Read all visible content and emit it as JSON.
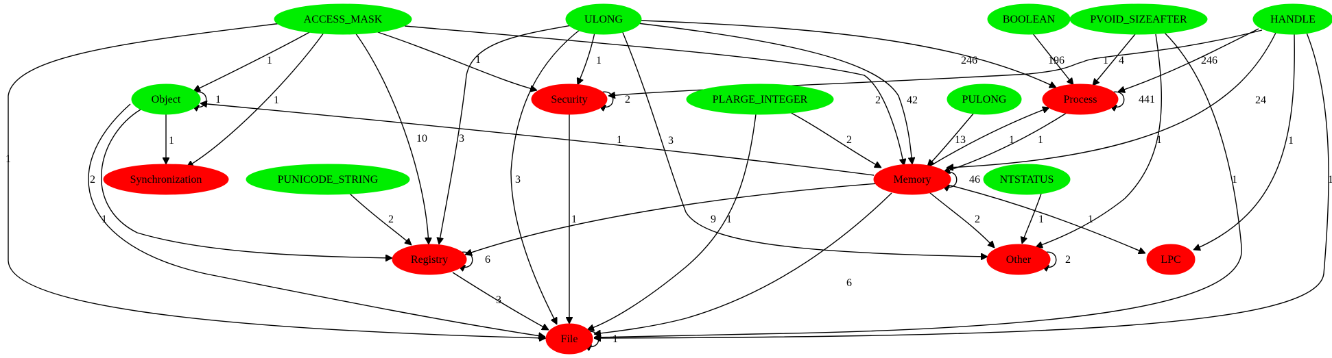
{
  "colors": {
    "type_node": "#00ee00",
    "category_node": "#ff0000",
    "edge": "#000000",
    "background": "#ffffff"
  },
  "nodes": [
    {
      "id": "ACCESS_MASK",
      "label": "ACCESS_MASK",
      "kind": "type"
    },
    {
      "id": "ULONG",
      "label": "ULONG",
      "kind": "type"
    },
    {
      "id": "BOOLEAN",
      "label": "BOOLEAN",
      "kind": "type"
    },
    {
      "id": "PVOID_SIZEAFTER",
      "label": "PVOID_SIZEAFTER",
      "kind": "type"
    },
    {
      "id": "HANDLE",
      "label": "HANDLE",
      "kind": "type"
    },
    {
      "id": "Object",
      "label": "Object",
      "kind": "type"
    },
    {
      "id": "PLARGE_INTEGER",
      "label": "PLARGE_INTEGER",
      "kind": "type"
    },
    {
      "id": "PULONG",
      "label": "PULONG",
      "kind": "type"
    },
    {
      "id": "PUNICODE_STRING",
      "label": "PUNICODE_STRING",
      "kind": "type"
    },
    {
      "id": "NTSTATUS",
      "label": "NTSTATUS",
      "kind": "type"
    },
    {
      "id": "Security",
      "label": "Security",
      "kind": "category"
    },
    {
      "id": "Process",
      "label": "Process",
      "kind": "category"
    },
    {
      "id": "Synchronization",
      "label": "Synchronization",
      "kind": "category"
    },
    {
      "id": "Memory",
      "label": "Memory",
      "kind": "category"
    },
    {
      "id": "Registry",
      "label": "Registry",
      "kind": "category"
    },
    {
      "id": "Other",
      "label": "Other",
      "kind": "category"
    },
    {
      "id": "LPC",
      "label": "LPC",
      "kind": "category"
    },
    {
      "id": "File",
      "label": "File",
      "kind": "category"
    }
  ],
  "edges": [
    {
      "from": "ACCESS_MASK",
      "to": "Object",
      "label": "1"
    },
    {
      "from": "ACCESS_MASK",
      "to": "Synchronization",
      "label": "1"
    },
    {
      "from": "ACCESS_MASK",
      "to": "Registry",
      "label": "10"
    },
    {
      "from": "ACCESS_MASK",
      "to": "Security",
      "label": "1"
    },
    {
      "from": "ACCESS_MASK",
      "to": "Memory",
      "label": "2"
    },
    {
      "from": "ACCESS_MASK",
      "to": "File",
      "label": "1"
    },
    {
      "from": "ULONG",
      "to": "Security",
      "label": "1"
    },
    {
      "from": "ULONG",
      "to": "Registry",
      "label": "3"
    },
    {
      "from": "ULONG",
      "to": "File",
      "label": "3"
    },
    {
      "from": "ULONG",
      "to": "Other",
      "label": "3"
    },
    {
      "from": "ULONG",
      "to": "Memory",
      "label": "42"
    },
    {
      "from": "ULONG",
      "to": "Process",
      "label": "246"
    },
    {
      "from": "BOOLEAN",
      "to": "Process",
      "label": "196"
    },
    {
      "from": "PVOID_SIZEAFTER",
      "to": "Process",
      "label": "4"
    },
    {
      "from": "PVOID_SIZEAFTER",
      "to": "Other",
      "label": "1"
    },
    {
      "from": "PVOID_SIZEAFTER",
      "to": "File",
      "label": "1"
    },
    {
      "from": "HANDLE",
      "to": "Security",
      "label": "1"
    },
    {
      "from": "HANDLE",
      "to": "Process",
      "label": "246"
    },
    {
      "from": "HANDLE",
      "to": "Memory",
      "label": "24"
    },
    {
      "from": "HANDLE",
      "to": "LPC",
      "label": "1"
    },
    {
      "from": "HANDLE",
      "to": "File",
      "label": "1"
    },
    {
      "from": "Object",
      "to": "Object",
      "label": "1"
    },
    {
      "from": "Object",
      "to": "Synchronization",
      "label": "1"
    },
    {
      "from": "Object",
      "to": "Registry",
      "label": "2"
    },
    {
      "from": "Object",
      "to": "File",
      "label": "1"
    },
    {
      "from": "Memory",
      "to": "Object",
      "label": "1"
    },
    {
      "from": "Security",
      "to": "Security",
      "label": "2"
    },
    {
      "from": "Security",
      "to": "File",
      "label": "1"
    },
    {
      "from": "PLARGE_INTEGER",
      "to": "Memory",
      "label": "2"
    },
    {
      "from": "PLARGE_INTEGER",
      "to": "File",
      "label": "1"
    },
    {
      "from": "PULONG",
      "to": "Memory",
      "label": "13"
    },
    {
      "from": "Process",
      "to": "Process",
      "label": "441"
    },
    {
      "from": "Process",
      "to": "Memory",
      "label": "1"
    },
    {
      "from": "Memory",
      "to": "Process",
      "label": "1"
    },
    {
      "from": "Memory",
      "to": "Memory",
      "label": "46"
    },
    {
      "from": "Memory",
      "to": "Registry",
      "label": "9"
    },
    {
      "from": "Memory",
      "to": "Other",
      "label": "2"
    },
    {
      "from": "Memory",
      "to": "LPC",
      "label": "1"
    },
    {
      "from": "Memory",
      "to": "File",
      "label": "6"
    },
    {
      "from": "PUNICODE_STRING",
      "to": "Registry",
      "label": "2"
    },
    {
      "from": "NTSTATUS",
      "to": "Other",
      "label": "1"
    },
    {
      "from": "Registry",
      "to": "Registry",
      "label": "6"
    },
    {
      "from": "Registry",
      "to": "File",
      "label": "3"
    },
    {
      "from": "Other",
      "to": "Other",
      "label": "2"
    },
    {
      "from": "File",
      "to": "File",
      "label": "1"
    }
  ]
}
